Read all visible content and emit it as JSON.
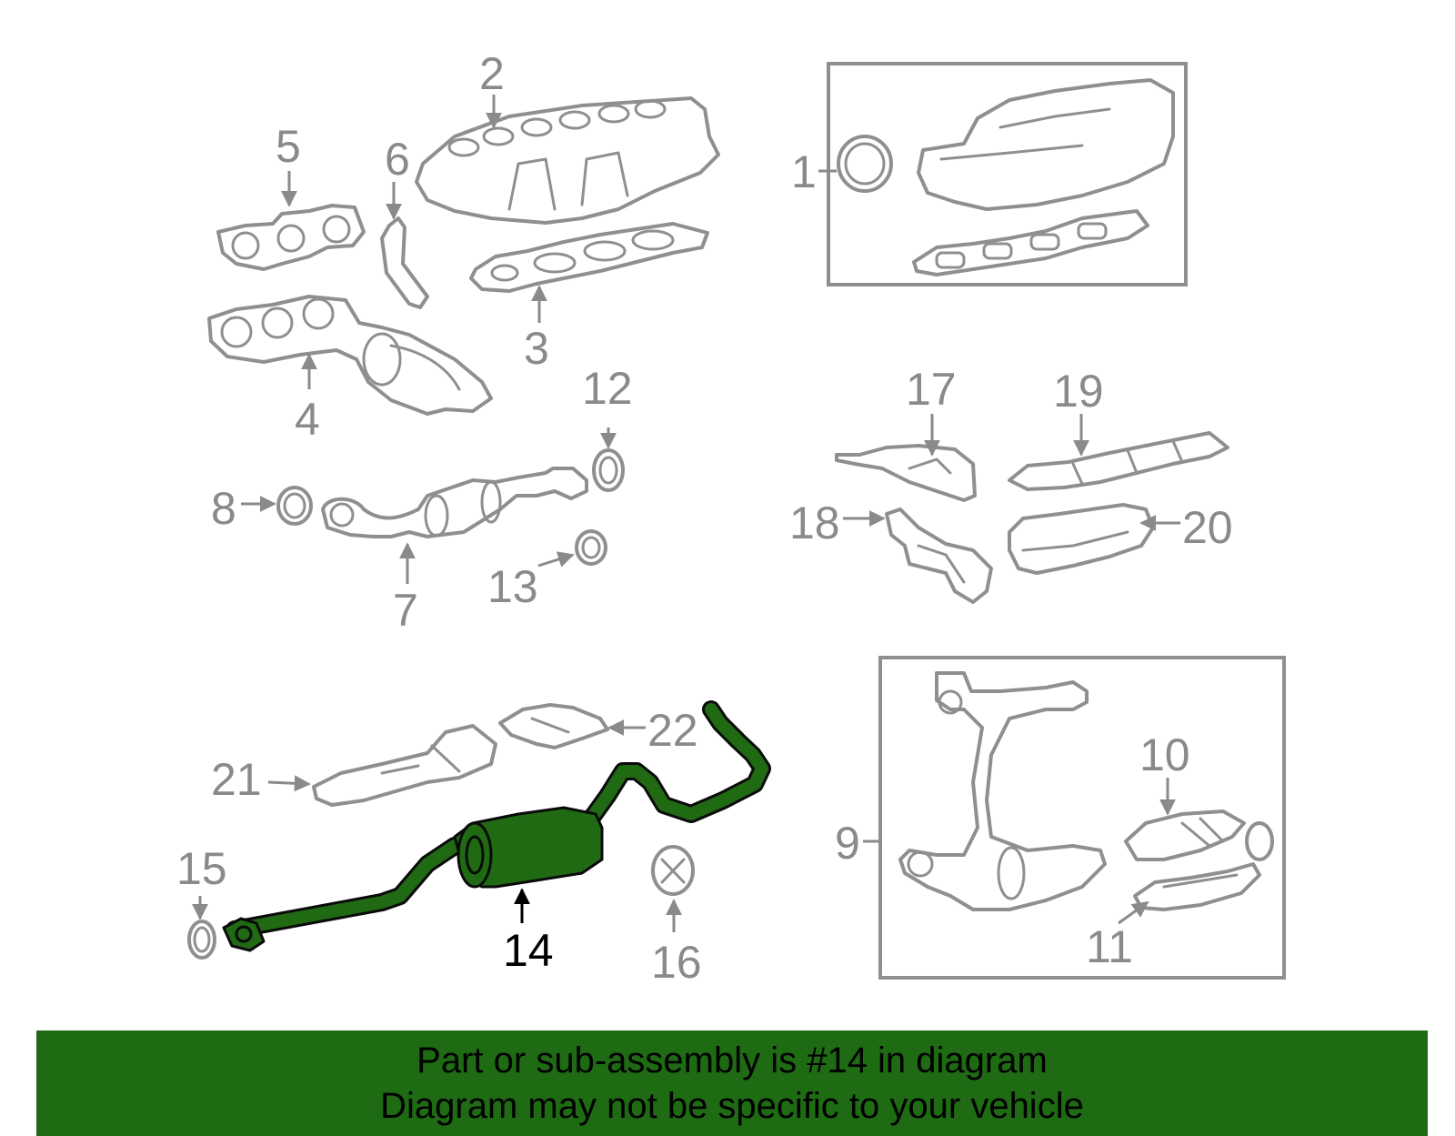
{
  "callouts": {
    "c1": "1",
    "c2": "2",
    "c3": "3",
    "c4": "4",
    "c5": "5",
    "c6": "6",
    "c7": "7",
    "c8": "8",
    "c9": "9",
    "c10": "10",
    "c11": "11",
    "c12": "12",
    "c13": "13",
    "c14": "14",
    "c15": "15",
    "c16": "16",
    "c17": "17",
    "c18": "18",
    "c19": "19",
    "c20": "20",
    "c21": "21",
    "c22": "22"
  },
  "highlighted_part": "14",
  "colors": {
    "highlight": "#1f6a13",
    "banner": "#1e6b14",
    "parts": "#8f8f8f"
  },
  "banner": {
    "line1": "Part or sub-assembly is #14 in diagram",
    "line2": "Diagram may not be specific to your vehicle"
  }
}
